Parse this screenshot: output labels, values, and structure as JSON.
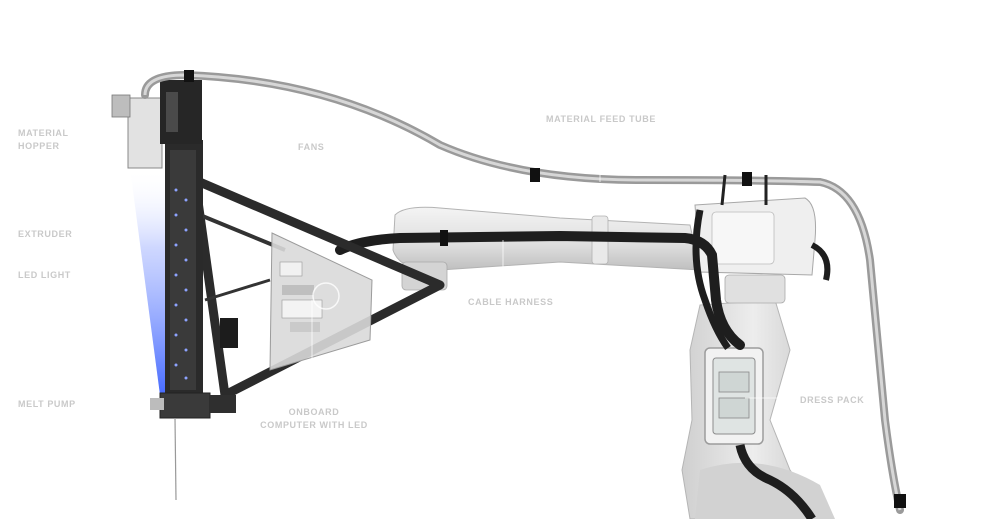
{
  "labels": {
    "material_hopper": "MATERIAL\nHOPPER",
    "extruder": "EXTRUDER",
    "led_light": "LED LIGHT",
    "melt_pump": "MELT PUMP",
    "fans": "FANS",
    "material_feed_tube": "MATERIAL FEED TUBE",
    "cable_harness": "CABLE HARNESS",
    "onboard_computer": "ONBOARD\nCOMPUTER WITH LED",
    "dress_pack": "DRESS PACK"
  },
  "colors": {
    "label": "#c9c9c9",
    "robot_body": "#e6e6e6",
    "robot_shadow": "#bdbdbd",
    "frame": "#2b2b2b",
    "tube": "#a9a9a9",
    "cable": "#1c1c1c",
    "led": "#3d63ff"
  }
}
